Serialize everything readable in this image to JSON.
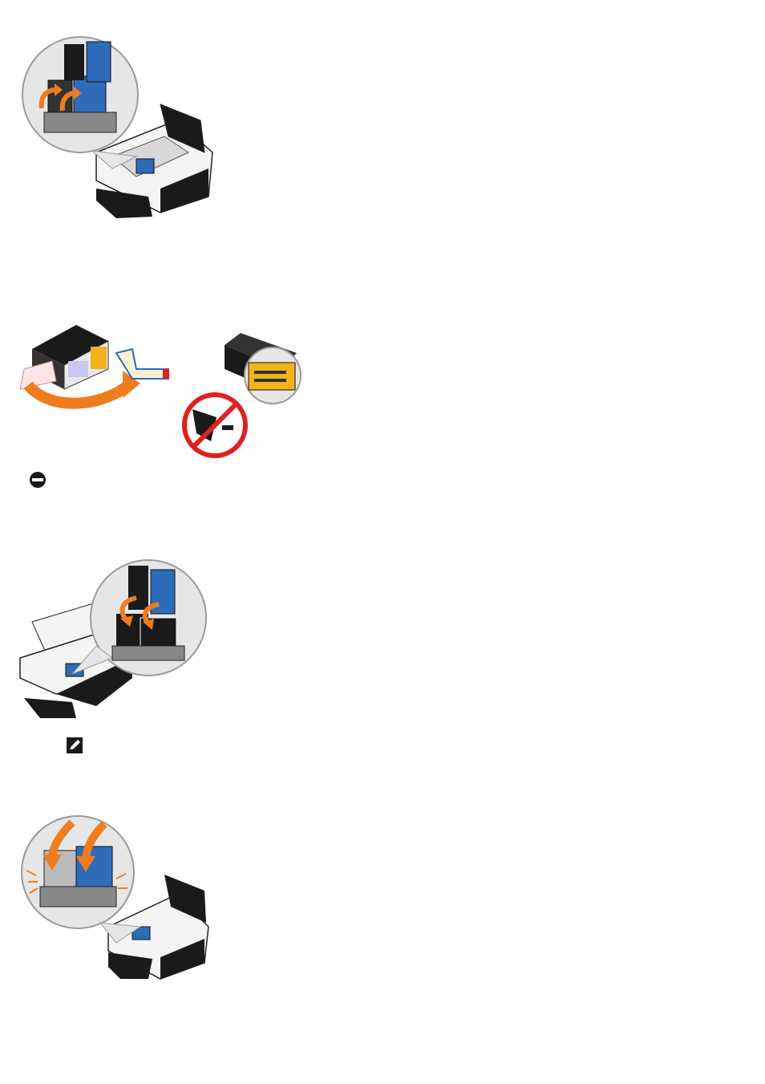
{
  "figures": [
    {
      "id": "remove-cartridges-illustration",
      "icon": "printer-open-cartridges-lifted"
    },
    {
      "id": "remove-tape-illustration",
      "icon": "cartridge-tape-removal"
    },
    {
      "id": "insert-cartridges-illustration",
      "icon": "printer-insert-cartridges"
    },
    {
      "id": "close-lids-illustration",
      "icon": "printer-close-cartridge-lids"
    }
  ],
  "notice_icon": "notice-icon",
  "note_icon": "note-pencil-icon",
  "colors": {
    "orange": "#F07C1E",
    "blue": "#2E6BB8",
    "black": "#1A1A1A",
    "gray": "#8C8C8C",
    "light_gray": "#D8D8D8",
    "yellow": "#F2B21B",
    "red": "#E02020"
  }
}
